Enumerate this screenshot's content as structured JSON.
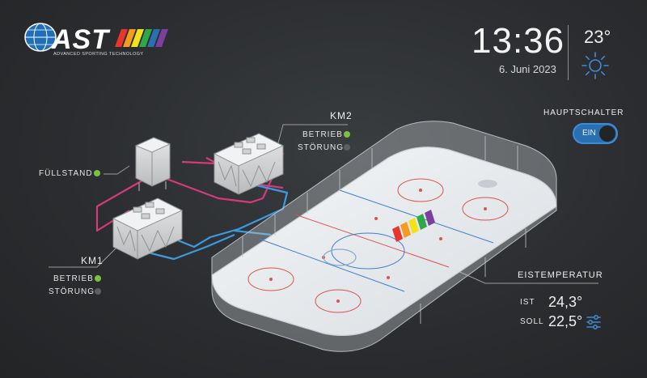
{
  "brand": {
    "logo_text": "AST",
    "tagline": "ADVANCED SPORTING TECHNOLOGY",
    "stripe_colors": [
      "#e8352e",
      "#f39c1f",
      "#f2e21b",
      "#2ea84a",
      "#2a6fb0",
      "#7b3fa0"
    ]
  },
  "header": {
    "time": "13:36",
    "date": "6. Juni 2023",
    "temperature": "23°",
    "weather_icon": "sun-icon"
  },
  "main_switch": {
    "label": "HAUPTSCHALTER",
    "state_label": "EIN",
    "on": true
  },
  "fill_level": {
    "label": "FÜLLSTAND",
    "status": "ok"
  },
  "km1": {
    "title": "KM1",
    "betrieb_label": "BETRIEB",
    "stoerung_label": "STÖRUNG",
    "betrieb_active": true,
    "stoerung_active": false
  },
  "km2": {
    "title": "KM2",
    "betrieb_label": "BETRIEB",
    "stoerung_label": "STÖRUNG",
    "betrieb_active": true,
    "stoerung_active": false
  },
  "ice_temperature": {
    "label": "EISTEMPERATUR",
    "ist_label": "IST",
    "ist_value": "24,3°",
    "soll_label": "SOLL",
    "soll_value": "22,5°",
    "settings_icon": "sliders-icon"
  },
  "colors": {
    "accent_blue": "#3f8ad6",
    "status_green": "#7ac142",
    "status_grey": "#5c5e61",
    "pipe_pink": "#d63a7a",
    "pipe_blue": "#3b9be0"
  }
}
